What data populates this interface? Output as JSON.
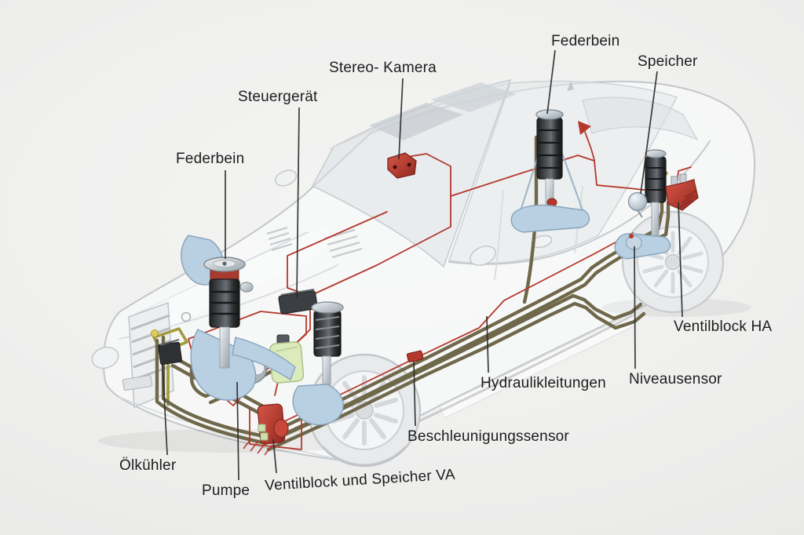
{
  "diagram": {
    "labels": [
      {
        "id": "federbein-front",
        "text": "Federbein"
      },
      {
        "id": "steuergeraet",
        "text": "Steuergerät"
      },
      {
        "id": "stereo-kamera",
        "text": "Stereo- Kamera"
      },
      {
        "id": "federbein-rear",
        "text": "Federbein"
      },
      {
        "id": "speicher",
        "text": "Speicher"
      },
      {
        "id": "ventilblock-ha",
        "text": "Ventilblock HA"
      },
      {
        "id": "niveausensor",
        "text": "Niveausensor"
      },
      {
        "id": "hydraulikleitungen",
        "text": "Hydraulikleitungen"
      },
      {
        "id": "beschleunigungssensor",
        "text": "Beschleunigungssensor"
      },
      {
        "id": "oelkuehler",
        "text": "Ölkühler"
      },
      {
        "id": "pumpe",
        "text": "Pumpe"
      },
      {
        "id": "ventilblock-speicher-va",
        "text": "Ventilblock und Speicher VA"
      }
    ],
    "colors": {
      "background": "#ececec",
      "label_text": "#1d1d1d",
      "leader_line": "#2b2b2b",
      "highlight_red": "#b5382d",
      "hydraulic_line_dark": "#6f684a",
      "hydraulic_line_light": "#dbd3a9",
      "oil_circuit_yellow": "#e6da69",
      "reservoir_green": "#dcebbc",
      "suspension_blue": "#b9cfe2",
      "strut_dark": "#35373a",
      "car_outline": "#c5c9cd"
    }
  }
}
